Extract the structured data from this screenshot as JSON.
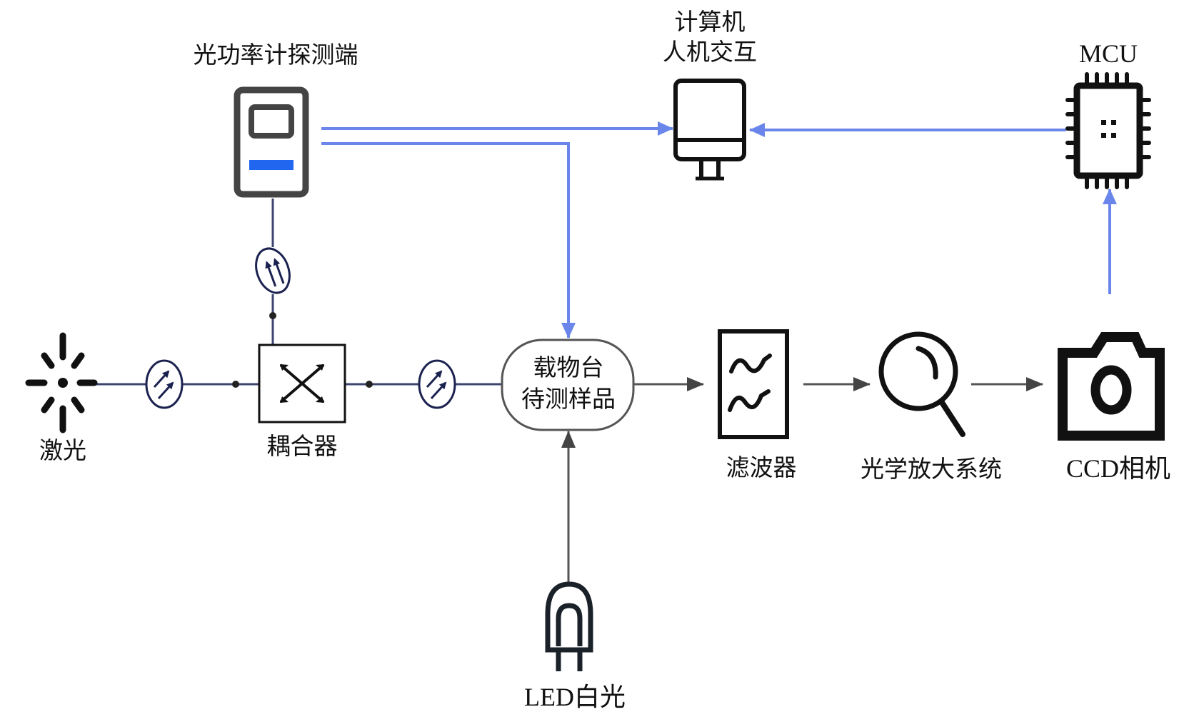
{
  "diagram": {
    "type": "optical-system-block-diagram",
    "colors": {
      "signal_line": "#6a86ea",
      "fiber_line": "#3c4470",
      "optical_path": "#555555",
      "icon_stroke": "#111111",
      "meter_frame": "#444444",
      "meter_bar": "#2166ee"
    },
    "nodes": {
      "laser": {
        "label": "激光",
        "icon": "laser-burst-icon"
      },
      "coupler": {
        "label": "耦合器",
        "icon": "coupler-cross-icon"
      },
      "power_meter": {
        "label": "光功率计探测端",
        "icon": "power-meter-icon"
      },
      "computer": {
        "label_line1": "计算机",
        "label_line2": "人机交互",
        "icon": "desktop-monitor-icon"
      },
      "mcu": {
        "label": "MCU",
        "icon": "microchip-icon"
      },
      "stage": {
        "label_line1": "载物台",
        "label_line2": "待测样品",
        "icon": "rounded-stage-box"
      },
      "filter": {
        "label": "滤波器",
        "icon": "filter-waves-icon"
      },
      "optics": {
        "label": "光学放大系统",
        "icon": "magnifier-icon"
      },
      "camera": {
        "label": "CCD相机",
        "icon": "camera-icon"
      },
      "led": {
        "label": "LED白光",
        "icon": "led-bulb-icon"
      },
      "isolators": [
        {
          "name": "isolator-laser-coupler",
          "icon": "fiber-isolator-icon"
        },
        {
          "name": "isolator-coupler-meter",
          "icon": "fiber-isolator-icon"
        },
        {
          "name": "isolator-coupler-stage",
          "icon": "fiber-isolator-icon"
        }
      ]
    },
    "edges": [
      {
        "from": "laser",
        "to": "coupler",
        "kind": "fiber",
        "via": "isolator-laser-coupler"
      },
      {
        "from": "coupler",
        "to": "power_meter",
        "kind": "fiber",
        "via": "isolator-coupler-meter"
      },
      {
        "from": "coupler",
        "to": "stage",
        "kind": "fiber",
        "via": "isolator-coupler-stage"
      },
      {
        "from": "power_meter",
        "to": "computer",
        "kind": "signal-arrow"
      },
      {
        "from": "power_meter",
        "to": "stage",
        "kind": "signal-arrow"
      },
      {
        "from": "mcu",
        "to": "computer",
        "kind": "signal-arrow"
      },
      {
        "from": "camera",
        "to": "mcu",
        "kind": "signal-arrow"
      },
      {
        "from": "stage",
        "to": "filter",
        "kind": "optical-arrow"
      },
      {
        "from": "filter",
        "to": "optics",
        "kind": "optical-arrow"
      },
      {
        "from": "optics",
        "to": "camera",
        "kind": "optical-arrow"
      },
      {
        "from": "led",
        "to": "stage",
        "kind": "optical-arrow"
      }
    ]
  }
}
